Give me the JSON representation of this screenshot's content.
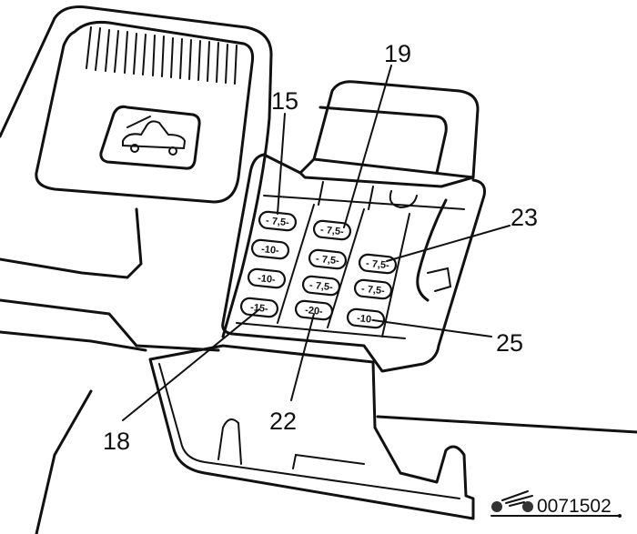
{
  "diagram": {
    "callouts": [
      "15",
      "19",
      "23",
      "25",
      "18",
      "22"
    ],
    "fuses": [
      {
        "column": 1,
        "rating": "- 7,5-"
      },
      {
        "column": 1,
        "rating": "-10-"
      },
      {
        "column": 1,
        "rating": "-10-"
      },
      {
        "column": 1,
        "rating": "-15-"
      },
      {
        "column": 2,
        "rating": "- 7,5-"
      },
      {
        "column": 2,
        "rating": "- 7,5-"
      },
      {
        "column": 2,
        "rating": "- 7,5-"
      },
      {
        "column": 2,
        "rating": "-20-"
      },
      {
        "column": 3,
        "rating": "- 7,5-"
      },
      {
        "column": 3,
        "rating": "- 7,5-"
      },
      {
        "column": 3,
        "rating": "-10-"
      }
    ],
    "reference_number": "0071502",
    "icons": [
      "hood-release-icon",
      "car-logo-icon"
    ]
  }
}
